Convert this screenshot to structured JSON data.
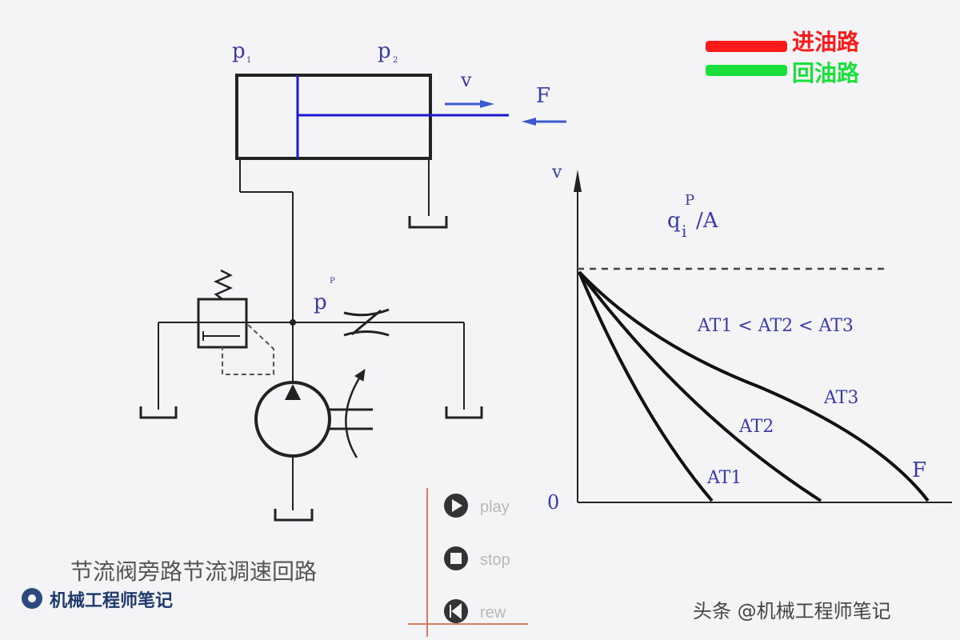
{
  "legend": [
    {
      "label": "进油路",
      "color": "#ff1a1a"
    },
    {
      "label": "回油路",
      "color": "#19e03a"
    }
  ],
  "labels": {
    "p1": "p",
    "p1_sub": "1",
    "p2": "p",
    "p2_sub": "2",
    "v": "v",
    "F": "F",
    "pp": "p",
    "pp_sup": "P"
  },
  "chart_labels": {
    "y_axis": "v",
    "x_end": "F",
    "origin": "0",
    "q_label": "q",
    "q_sub": "i",
    "q_sup": "P",
    "q_rest": "/A",
    "relation": "AT1 < AT2 < AT3",
    "curves": [
      "AT1",
      "AT2",
      "AT3"
    ]
  },
  "title": "节流阀旁路节流调速回路",
  "logo_text": "机械工程师笔记",
  "watermark": "头条 @机械工程师笔记",
  "controls": [
    {
      "label": "play",
      "icon": "play-icon"
    },
    {
      "label": "stop",
      "icon": "stop-icon"
    },
    {
      "label": "rew",
      "icon": "rewind-icon"
    }
  ],
  "colors": {
    "line": "#222222",
    "piston": "#1a1ad0",
    "label_blue": "#3a3aa8",
    "dash": "#555555"
  }
}
